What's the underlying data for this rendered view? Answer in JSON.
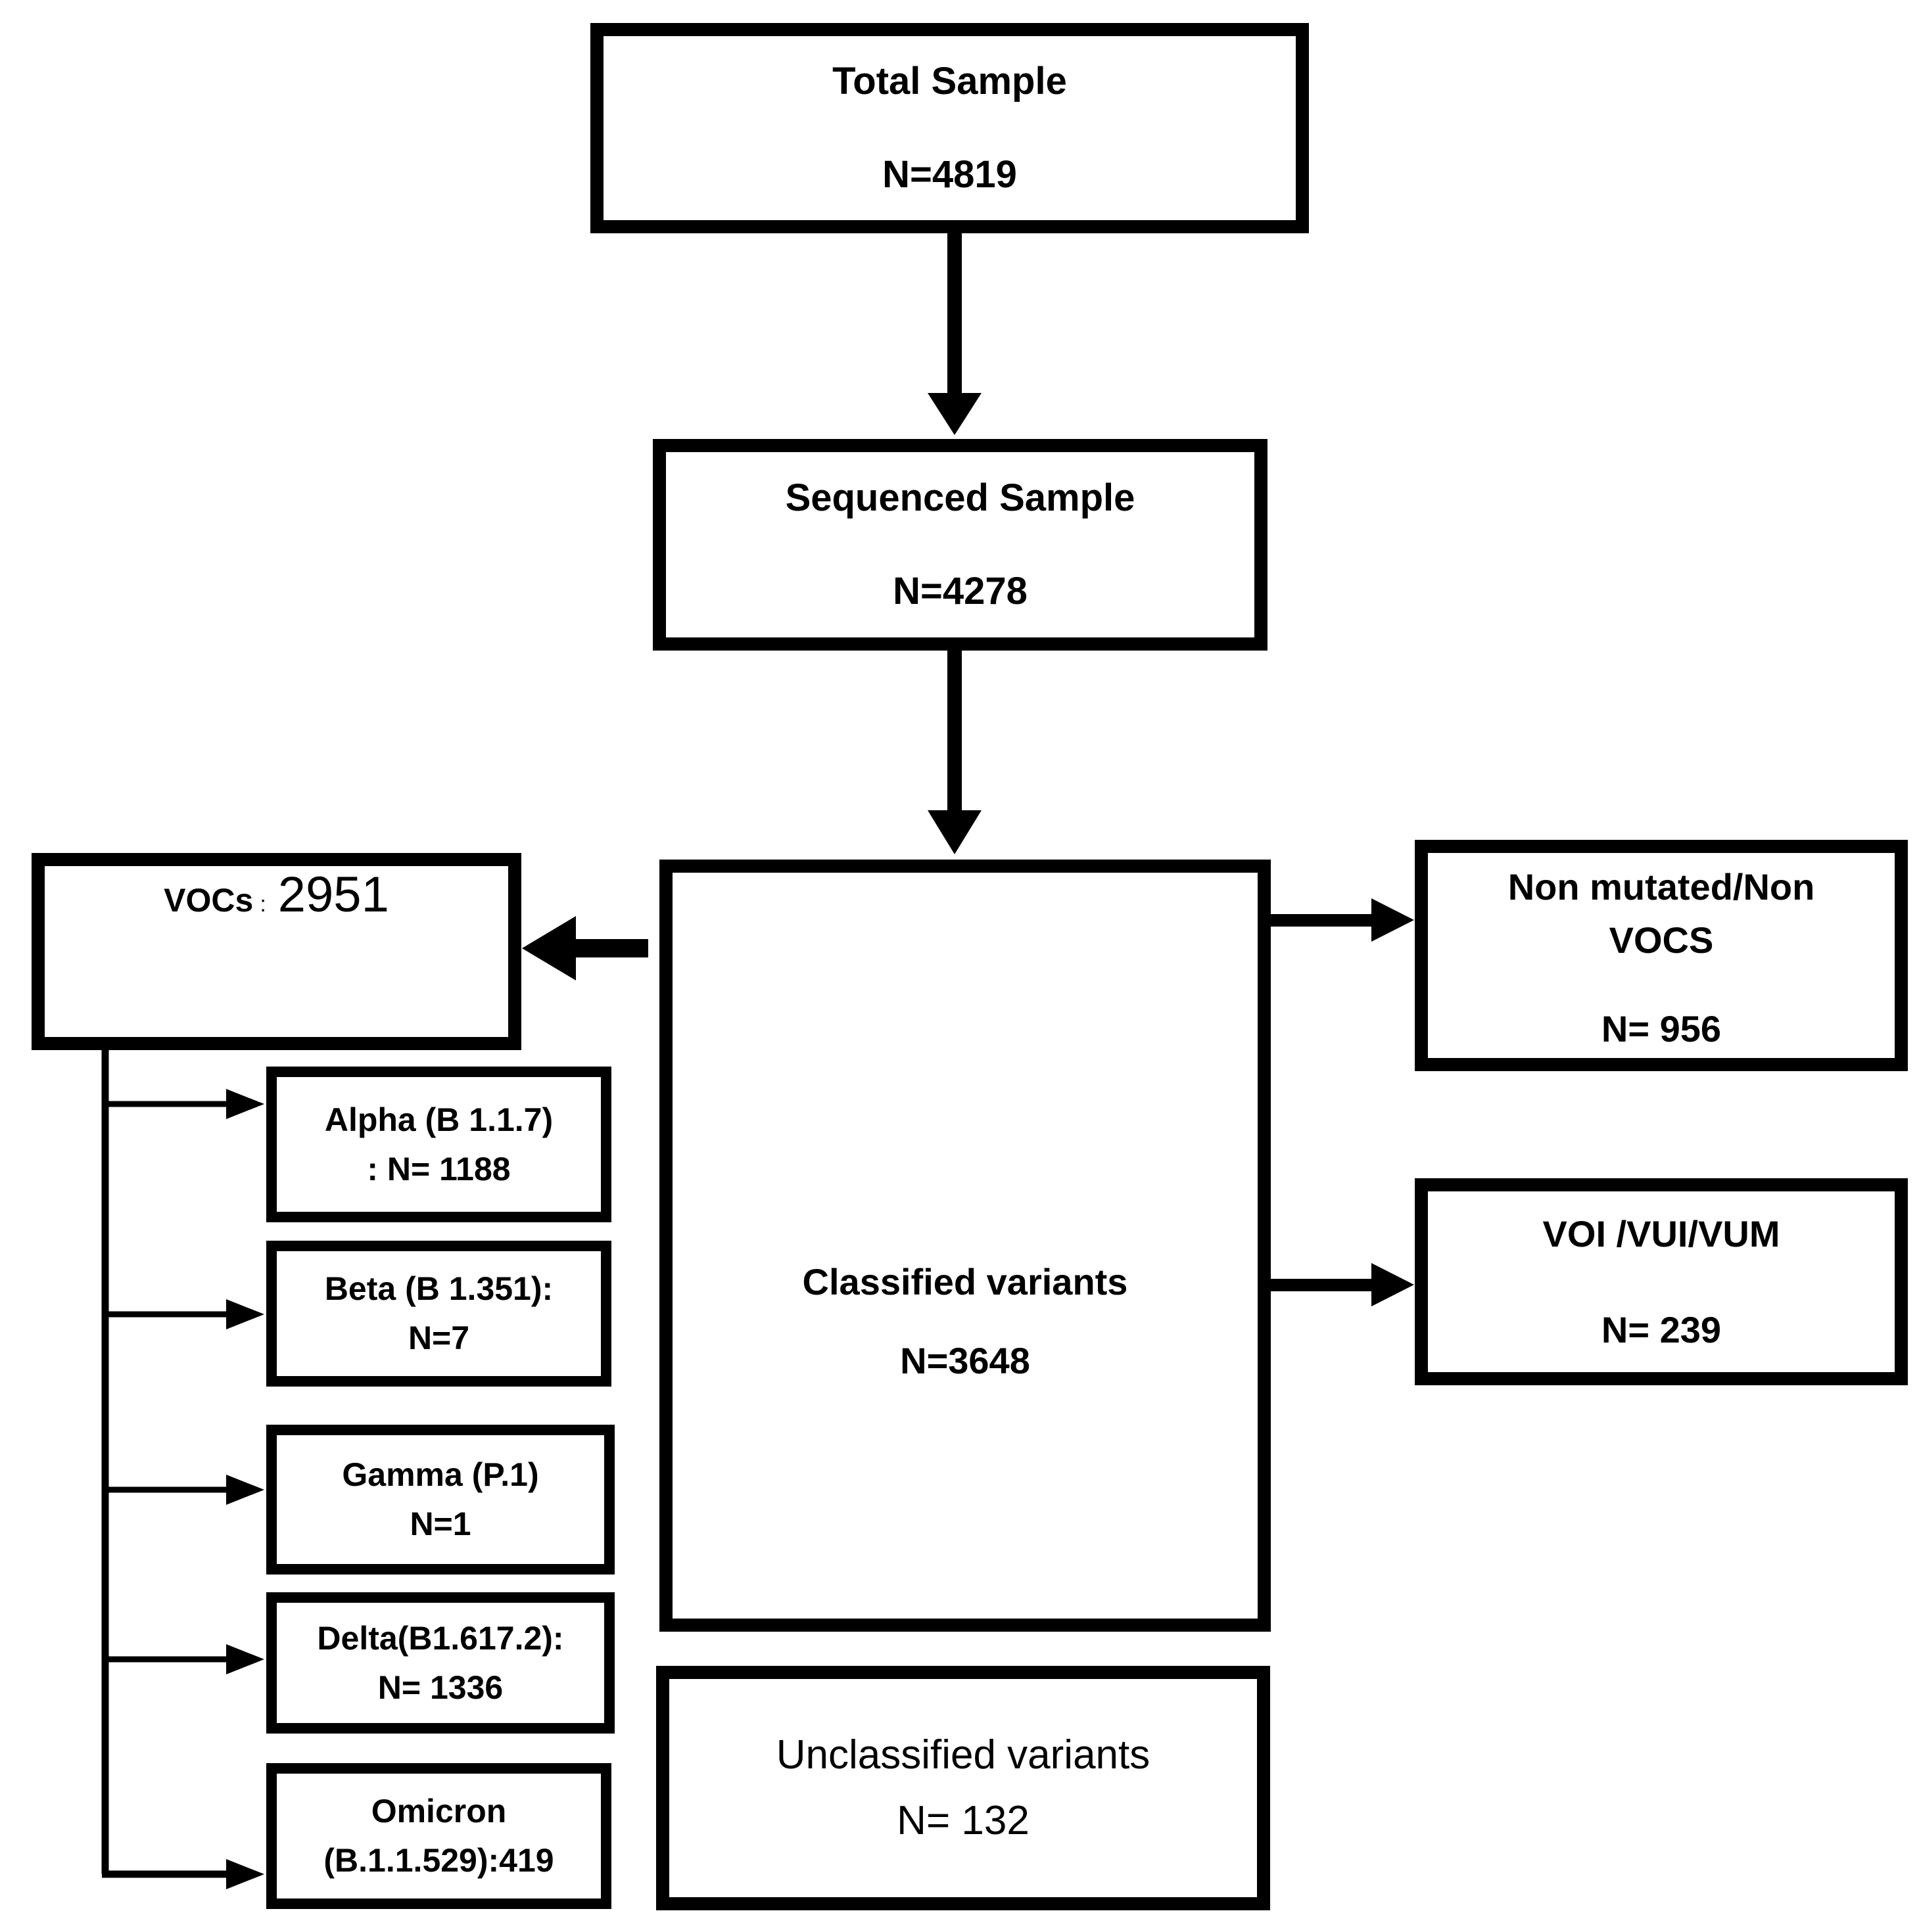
{
  "figure": {
    "background": "#ffffff",
    "line_color": "#000000",
    "description": "Flow diagram of sample classification into SARS-CoV-2 variant groups"
  },
  "nodes": {
    "total": {
      "title": "Total Sample",
      "count": "N=4819"
    },
    "sequenced": {
      "title": "Sequenced Sample",
      "count": "N=4278"
    },
    "classified": {
      "title": "Classified variants",
      "count": "N=3648"
    },
    "vocs": {
      "label": "VOCs",
      "colon": ":",
      "count": "2951"
    },
    "non_vocs": {
      "title": "Non mutated/Non VOCS",
      "count": "N= 956"
    },
    "voi": {
      "title": "VOI /VUI/VUM",
      "count": "N= 239"
    },
    "unclassified": {
      "title": "Unclassified variants",
      "count": "N= 132"
    },
    "alpha": {
      "line1": "Alpha (B 1.1.7)",
      "line2": ": N= 1188"
    },
    "beta": {
      "line1": "Beta (B 1.351):",
      "line2": "N=7"
    },
    "gamma": {
      "line1": "Gamma (P.1)",
      "line2": "N=1"
    },
    "delta": {
      "line1": "Delta(B1.617.2):",
      "line2": "N= 1336"
    },
    "omicron": {
      "line1": "Omicron",
      "line2": "(B.1.1.529):419"
    }
  }
}
